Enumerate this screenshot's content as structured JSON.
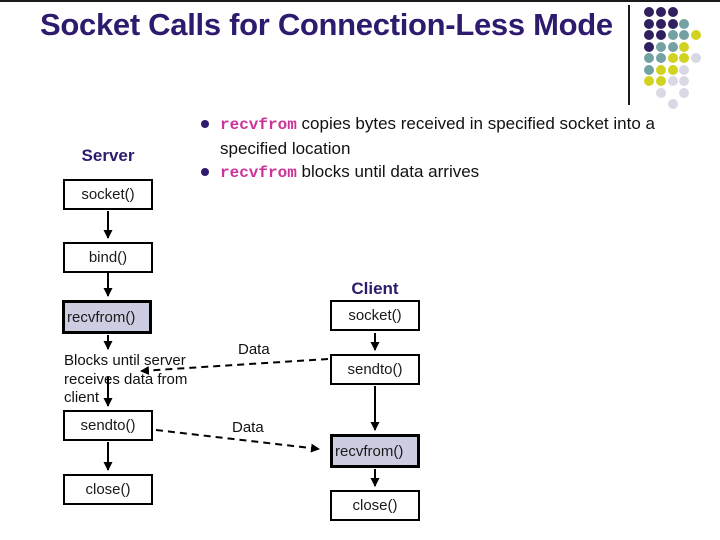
{
  "header": {
    "title": "Socket Calls for Connection-Less Mode"
  },
  "colors": {
    "accent_purple": "#2E1B6E",
    "code_magenta": "#CC3399",
    "box_highlight": "#CDCDE1"
  },
  "decoration": {
    "rows": [
      "PPP__",
      "PPPT_",
      "PPTTY",
      "PTTY_",
      "TTYYG",
      "TYYG_",
      "YYGG_",
      "_G_G_",
      "__G__"
    ],
    "colors": {
      "P": "#31205F",
      "T": "#74A2A2",
      "Y": "#D2D220",
      "G": "#D9D9E6"
    }
  },
  "bullets": {
    "items": [
      {
        "code": "recvfrom",
        "rest": " copies bytes received in specified socket into a specified location"
      },
      {
        "code": "recvfrom",
        "rest": " blocks until data arrives"
      }
    ]
  },
  "diagram": {
    "server": {
      "label": "Server",
      "boxes": [
        "socket()",
        "bind()",
        "recvfrom()",
        "sendto()",
        "close()"
      ]
    },
    "client": {
      "label": "Client",
      "boxes": [
        "socket()",
        "sendto()",
        "recvfrom()",
        "close()"
      ]
    },
    "blocks_note": "Blocks until server receives data from client",
    "data_labels": [
      "Data",
      "Data"
    ]
  }
}
